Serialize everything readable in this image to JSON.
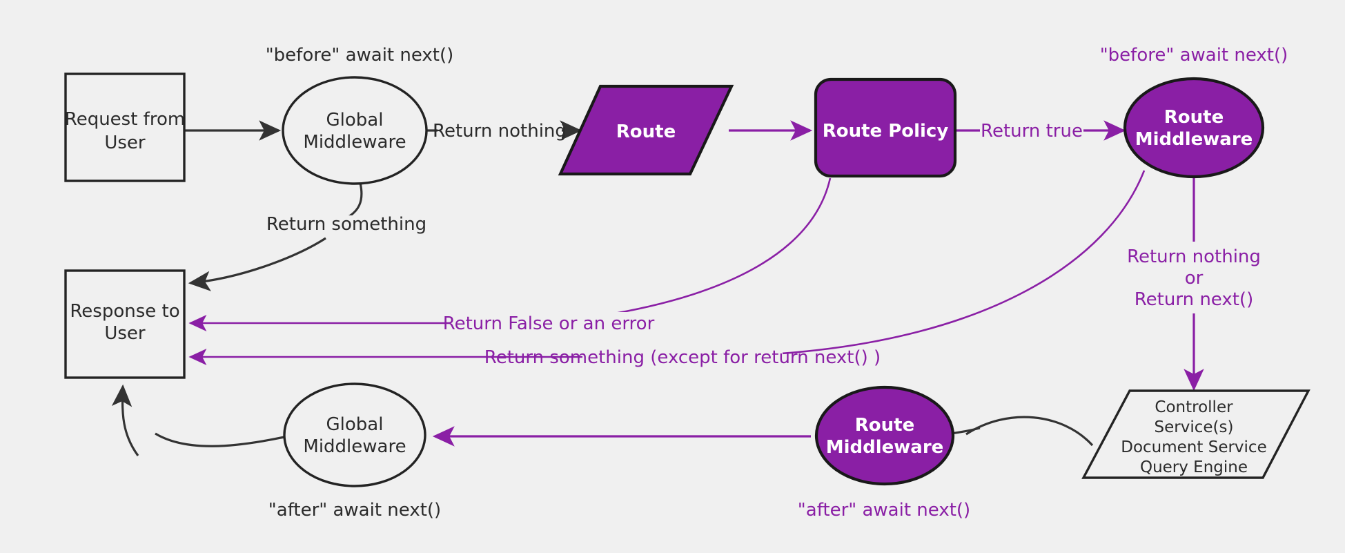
{
  "diagram": {
    "title": "Middleware request lifecycle flow",
    "background_color": "#f0f0f0",
    "accent_color": "#8a1fa5",
    "dark_color": "#2b2b2b",
    "nodes": {
      "request_from_user": {
        "line1": "Request from",
        "line2": "User",
        "shape": "rectangle",
        "style": "light"
      },
      "global_middleware_top": {
        "line1": "Global",
        "line2": "Middleware",
        "shape": "ellipse",
        "style": "light"
      },
      "route": {
        "line1": "Route",
        "shape": "parallelogram",
        "style": "purple"
      },
      "route_policy": {
        "line1": "Route Policy",
        "shape": "rounded-rectangle",
        "style": "purple"
      },
      "route_middleware_top": {
        "line1": "Route",
        "line2": "Middleware",
        "shape": "ellipse",
        "style": "purple"
      },
      "controller": {
        "line1": "Controller",
        "line2": "Service(s)",
        "line3": "Document Service",
        "line4": "Query Engine",
        "shape": "parallelogram",
        "style": "light"
      },
      "route_middleware_bottom": {
        "line1": "Route",
        "line2": "Middleware",
        "shape": "ellipse",
        "style": "purple"
      },
      "global_middleware_bottom": {
        "line1": "Global",
        "line2": "Middleware",
        "shape": "ellipse",
        "style": "light"
      },
      "response_to_user": {
        "line1": "Response to",
        "line2": "User",
        "shape": "rectangle",
        "style": "light"
      }
    },
    "annotations": {
      "before_await_next_global": {
        "text": "\"before\" await next()",
        "color": "#2b2b2b"
      },
      "before_await_next_route": {
        "text": "\"before\" await next()",
        "color": "#8a1fa5"
      },
      "after_await_next_global": {
        "text": "\"after\" await next()",
        "color": "#2b2b2b"
      },
      "after_await_next_route": {
        "text": "\"after\" await next()",
        "color": "#8a1fa5"
      }
    },
    "edge_labels": {
      "return_nothing": {
        "text": "Return nothing",
        "color": "#2b2b2b"
      },
      "return_something": {
        "text": "Return something",
        "color": "#2b2b2b"
      },
      "return_true": {
        "text": "Return true",
        "color": "#8a1fa5"
      },
      "return_false_or_error": {
        "text": "Return False or an error",
        "color": "#8a1fa5"
      },
      "return_something_except_next": {
        "text": "Return something (except for return next() )",
        "color": "#8a1fa5"
      },
      "return_nothing_or_next_line1": {
        "text": "Return nothing",
        "color": "#8a1fa5"
      },
      "return_nothing_or_next_line2": {
        "text": "or",
        "color": "#8a1fa5"
      },
      "return_nothing_or_next_line3": {
        "text": "Return next()",
        "color": "#8a1fa5"
      }
    }
  }
}
